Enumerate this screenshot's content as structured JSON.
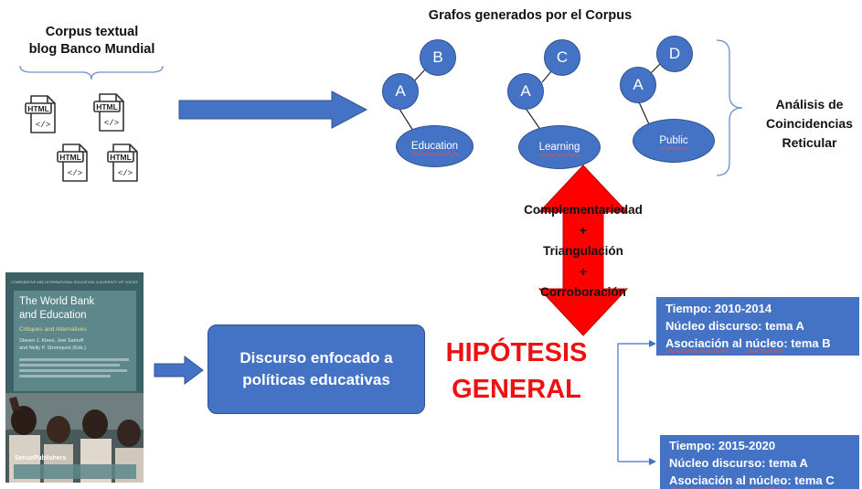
{
  "corpus": {
    "line1": "Corpus textual",
    "line2": "blog Banco Mundial"
  },
  "html_icons": [
    {
      "icon": "html-file-icon",
      "label": "HTML"
    },
    {
      "icon": "html-file-icon",
      "label": "HTML"
    },
    {
      "icon": "html-file-icon",
      "label": "HTML"
    },
    {
      "icon": "html-file-icon",
      "label": "HTML"
    }
  ],
  "graphs": {
    "title": "Grafos generados por el Corpus",
    "nodes": {
      "g1_a": "A",
      "g1_b": "B",
      "g1_topic": "Education",
      "g2_a": "A",
      "g2_c": "C",
      "g2_topic": "Learning",
      "g3_a": "A",
      "g3_d": "D",
      "g3_topic": "Public"
    }
  },
  "analysis": {
    "line1": "Análisis de",
    "line2": "Coincidencias",
    "line3": "Reticular"
  },
  "methods": {
    "complementariedad": "Complementariedad",
    "plus1": "+",
    "triangulacion": "Triangulación",
    "plus2": "+",
    "corroboracion": "Corroboración"
  },
  "book": {
    "series": "Comparative and International Education: A Diversity of Voices",
    "title_line1": "The World Bank",
    "title_line2": "and Education",
    "subtitle": "Critiques and Alternatives",
    "editors_line1": "Steven J. Klees, Joel Samoff",
    "editors_line2": "and Nelly P. Stromquist (Eds.)",
    "publisher": "SensePublishers"
  },
  "discourse_box": {
    "line1": "Discurso enfocado a",
    "line2": "políticas educativas"
  },
  "hypothesis": {
    "line1": "HIPÓTESIS",
    "line2": "GENERAL"
  },
  "period1": {
    "tiempo": "Tiempo: 2010-2014",
    "nucleo": "Núcleo discurso: tema A",
    "asociacion_w1": "Asociación",
    "asociacion_w2": " al ",
    "asociacion_w3": "núcleo",
    "asociacion_w4": ": tema B"
  },
  "period2": {
    "tiempo": "Tiempo: 2015-2020",
    "nucleo": "Núcleo discurso: tema A",
    "asociacion_w1": "Asociación",
    "asociacion_w2": " al ",
    "asociacion_w3": "núcleo",
    "asociacion_w4": ": tema C"
  },
  "colors": {
    "node_blue": "#4472c4",
    "arrow_red": "#ff0000",
    "hypothesis_red": "#ee1111",
    "arrow_blue": "#4472c4"
  }
}
